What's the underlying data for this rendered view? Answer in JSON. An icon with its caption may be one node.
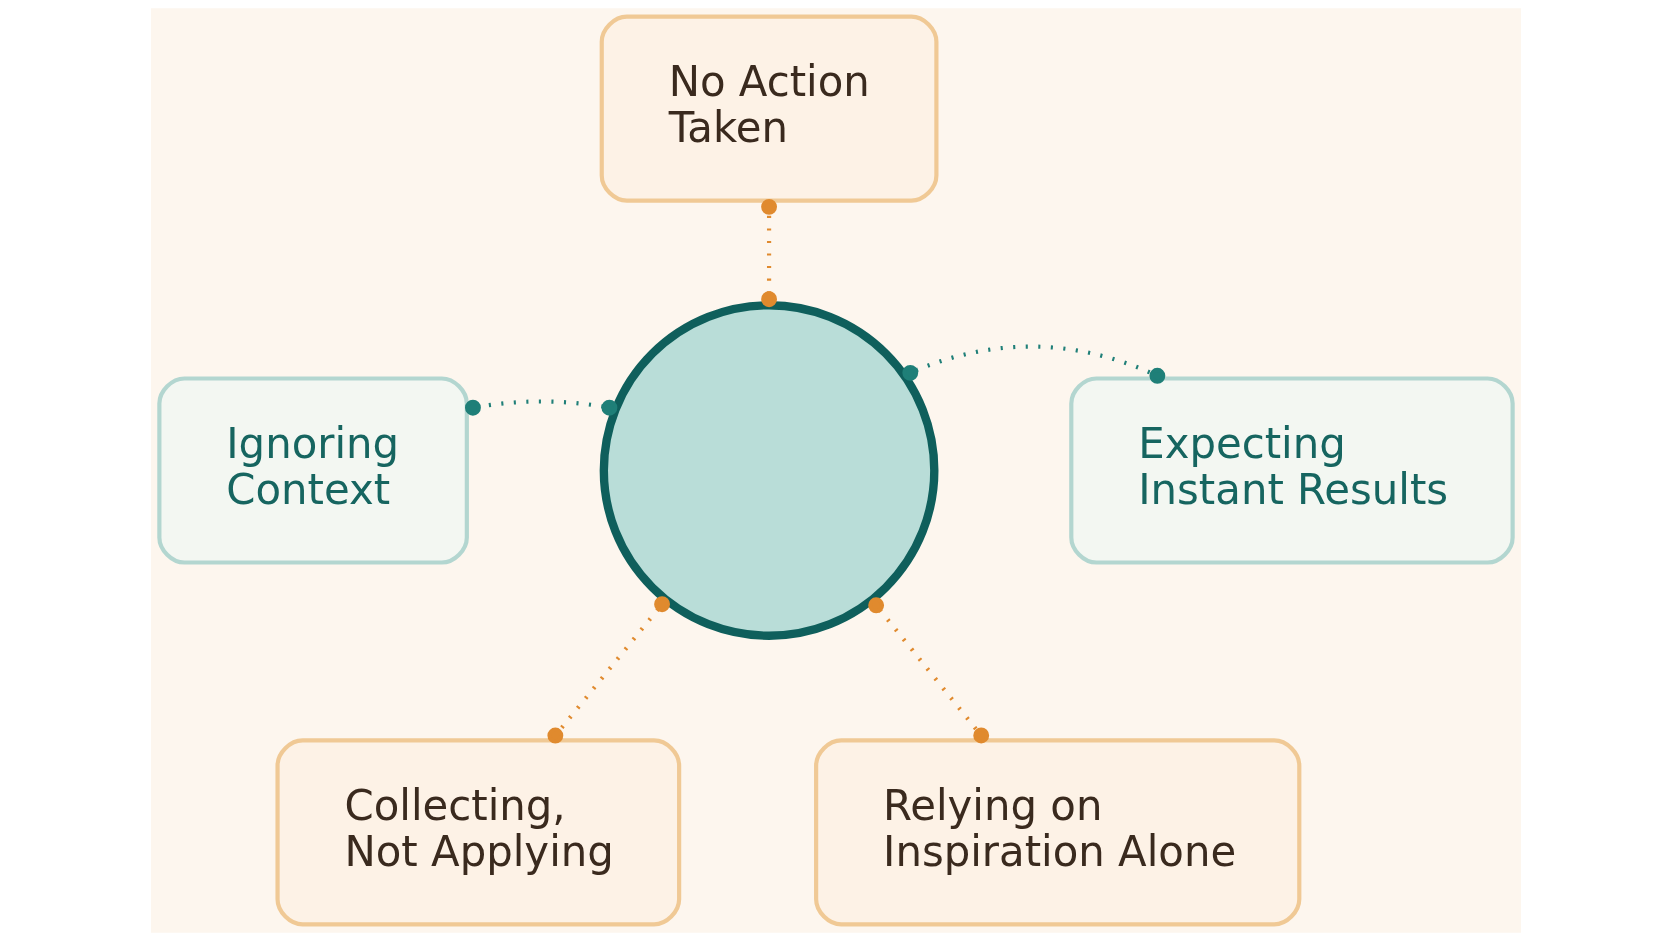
{
  "diagram": {
    "nodes": [
      {
        "text": [
          "No Action Taken"
        ]
      },
      {
        "text": [
          "Ignoring Context"
        ]
      },
      {
        "text": [],
        "shape": "circle"
      },
      {
        "text": [
          "Expecting Instant Results"
        ]
      },
      {
        "text": [
          "Collecting, Not Applying"
        ]
      },
      {
        "text": [
          "Relying on Inspiration Alone"
        ]
      }
    ],
    "edges": [
      {
        "from": 2,
        "to": 0,
        "arrow": "other",
        "style": "dashed"
      },
      {
        "from": 2,
        "to": 1,
        "arrow": "other",
        "style": "dashed",
        "color": "#1f7f78"
      },
      {
        "from": 2,
        "to": 3,
        "arrow": "other",
        "style": "dashed",
        "color": "#1f7f78"
      },
      {
        "from": 2,
        "to": 4,
        "arrow": "other",
        "style": "dashed"
      },
      {
        "from": 2,
        "to": 5,
        "arrow": "other",
        "style": "dashed"
      }
    ]
  }
}
